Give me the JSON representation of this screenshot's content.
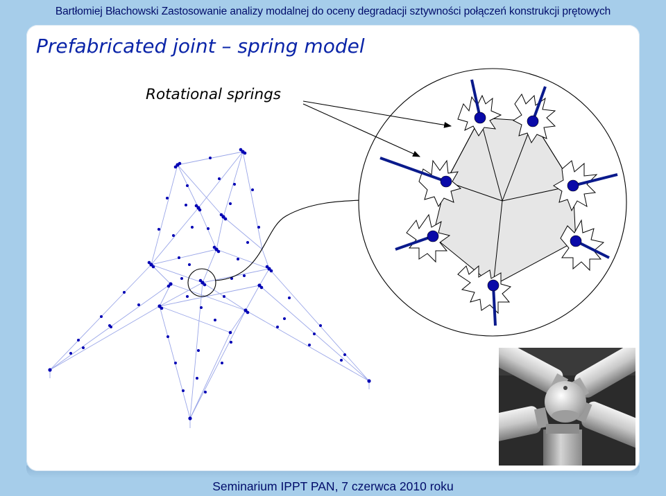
{
  "header": {
    "text": "Bartłomiej Błachowski  Zastosowanie analizy modalnej do oceny degradacji sztywności połączeń konstrukcji prętowych"
  },
  "slide": {
    "title": "Prefabricated joint – spring model",
    "callout_label": "Rotational springs"
  },
  "footer": {
    "text": "Seminarium IPPT PAN, 7 czerwca 2010 roku"
  },
  "colors": {
    "title_blue": "#0a24a8",
    "node_blue": "#0000b4",
    "frame_blue": "#a6cdea",
    "truss_line": "#9aa6e8",
    "panel_fill": "#e6e6e6"
  }
}
